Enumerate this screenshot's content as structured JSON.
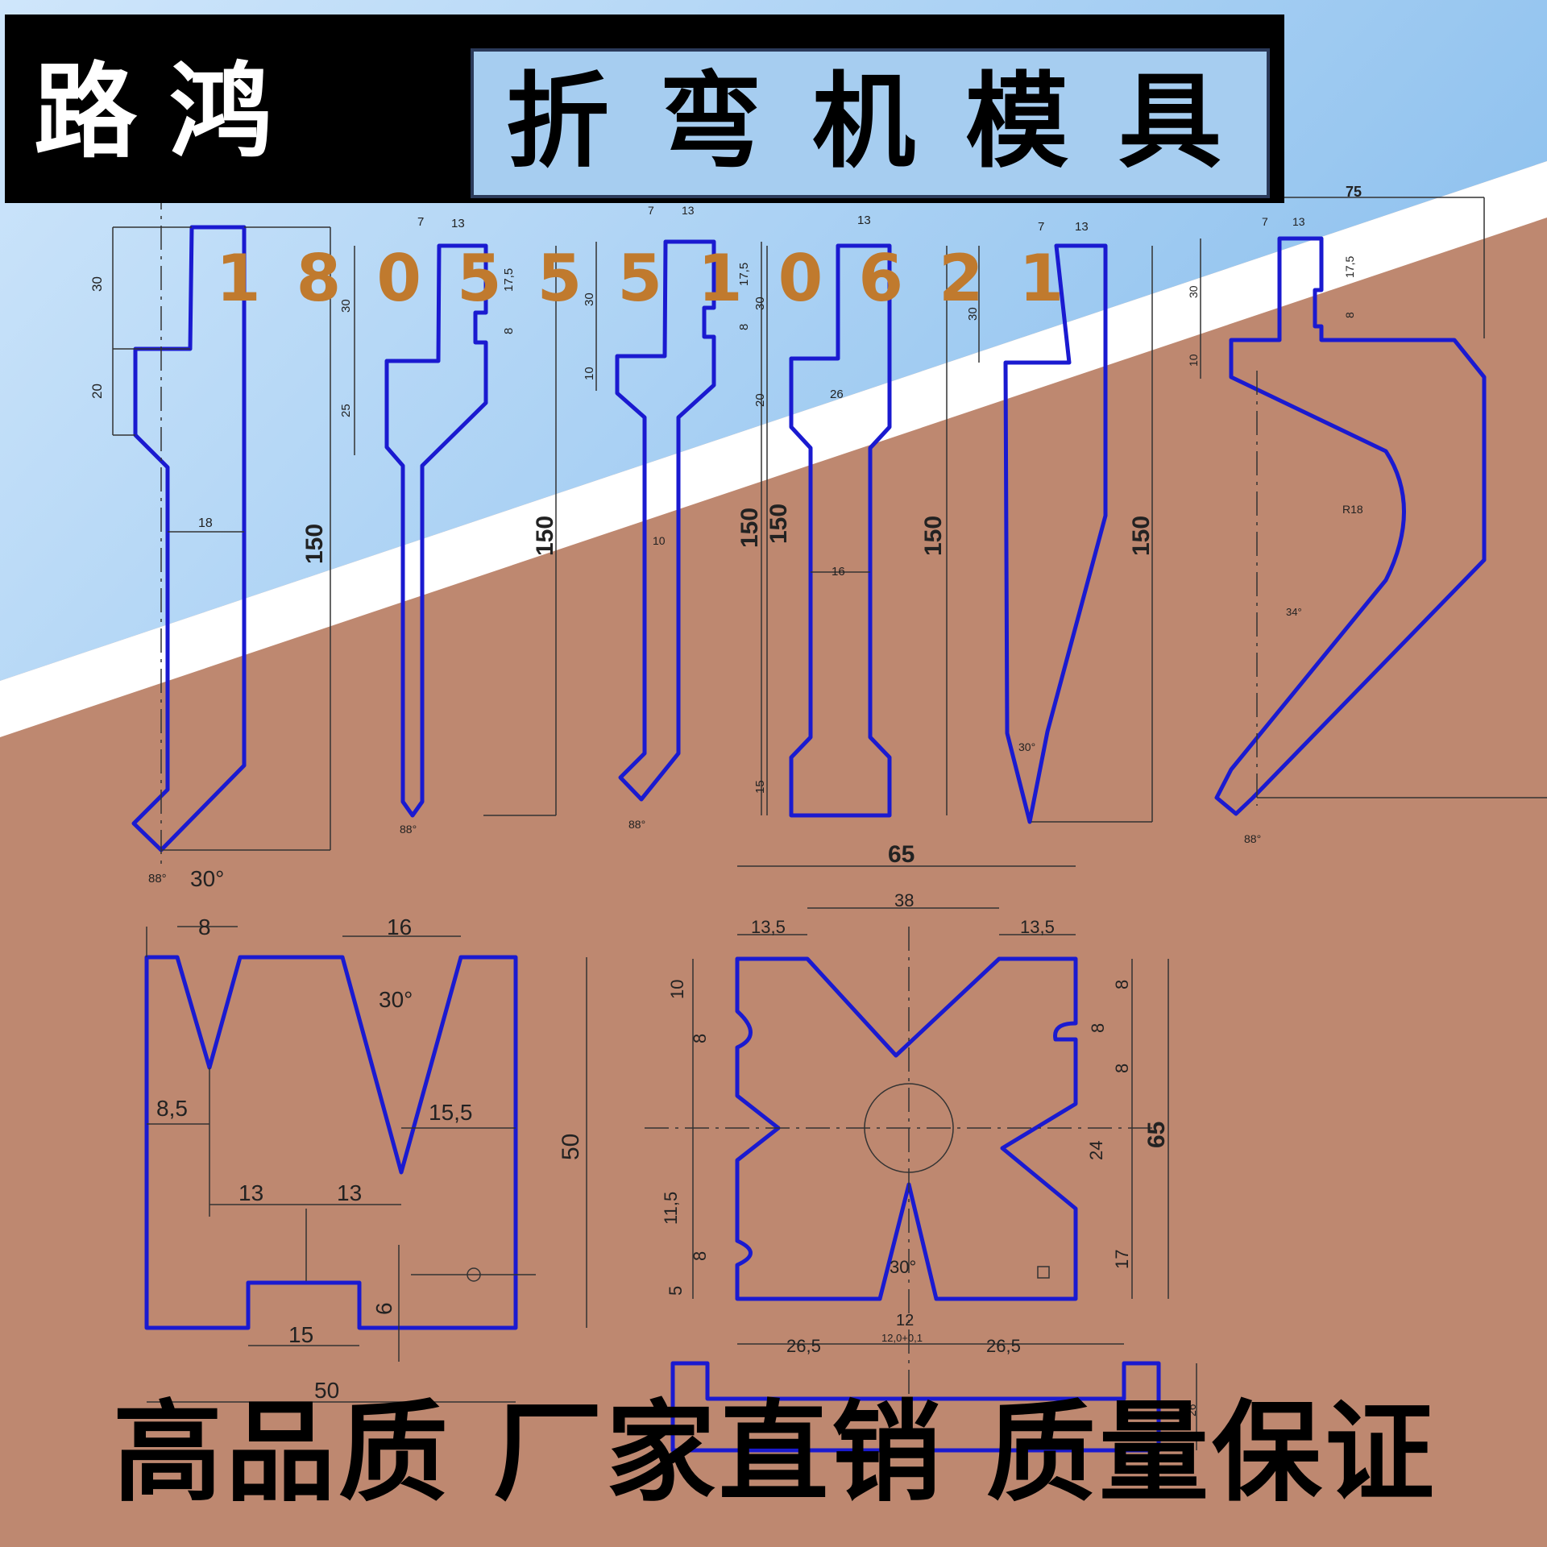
{
  "brand": "路鸿",
  "title": "折弯机模具",
  "phone": "18055510621",
  "slogan": [
    "高品质",
    "厂家直销",
    "质量保证"
  ],
  "colors": {
    "sky_top": "#cfe6fb",
    "sky_bottom": "#8ec1ee",
    "stripe": "#ffffff",
    "ground": "#be8870",
    "outline": "#1a1ad0",
    "phone_text": "#c07a2e"
  },
  "punch_dims": {
    "p1": [
      "30",
      "20",
      "18",
      "150",
      "88°"
    ],
    "p2": [
      "7",
      "13",
      "17,5",
      "8",
      "30",
      "25",
      "150",
      "88°"
    ],
    "p3": [
      "7",
      "13",
      "30",
      "17,5",
      "8",
      "10",
      "10",
      "150",
      "88°"
    ],
    "p4": [
      "13",
      "30",
      "20",
      "26",
      "150",
      "16",
      "15",
      "150"
    ],
    "p5": [
      "7",
      "13",
      "30",
      "150",
      "30°"
    ],
    "p6": [
      "75",
      "7",
      "13",
      "30",
      "10",
      "17,5",
      "8",
      "R18",
      "34°",
      "88°"
    ]
  },
  "die1_dims": [
    "30°",
    "8",
    "16",
    "30°",
    "8,5",
    "15,5",
    "13",
    "13",
    "50",
    "6",
    "15",
    "50"
  ],
  "die2_dims": [
    "65",
    "13,5",
    "38",
    "13,5",
    "10",
    "8",
    "8",
    "8",
    "8",
    "65",
    "24",
    "11,5",
    "8",
    "5",
    "17",
    "30°",
    "12",
    "12,0+0,1",
    "26,5",
    "26,5",
    "26"
  ]
}
